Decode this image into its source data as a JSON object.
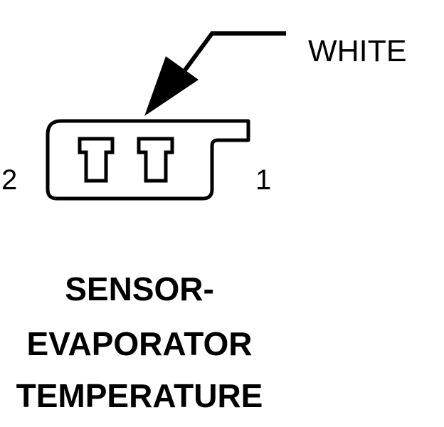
{
  "connector": {
    "wire_color": "WHITE",
    "pin_left": "2",
    "pin_right": "1"
  },
  "caption": {
    "lines": [
      "SENSOR-",
      "EVAPORATOR",
      "TEMPERATURE"
    ]
  }
}
